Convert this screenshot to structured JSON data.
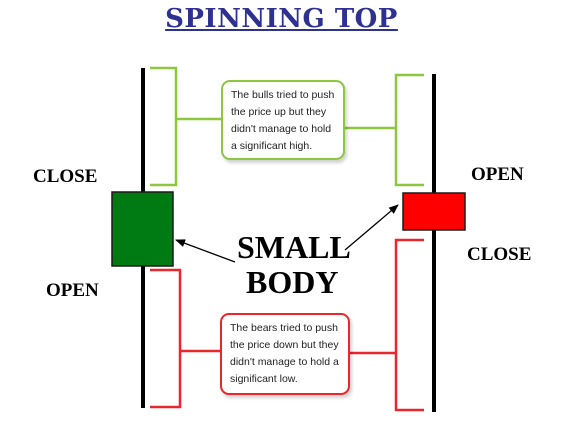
{
  "title": "SPINNING TOP",
  "labels": {
    "left_close": "CLOSE",
    "left_open": "OPEN",
    "right_open": "OPEN",
    "right_close": "CLOSE",
    "small": "SMALL",
    "body": "BODY"
  },
  "notes": {
    "upper": "The bulls tried to push the price up but they didn't manage to hold a significant high.",
    "lower": "The bears tried to push the price down but they didn't manage to hold a significant low."
  },
  "colors": {
    "title": "#2e3191",
    "bullish_body": "#007a12",
    "bearish_body": "#ff0000",
    "upper_bracket": "#8dc63f",
    "lower_bracket": "#e8272c"
  }
}
